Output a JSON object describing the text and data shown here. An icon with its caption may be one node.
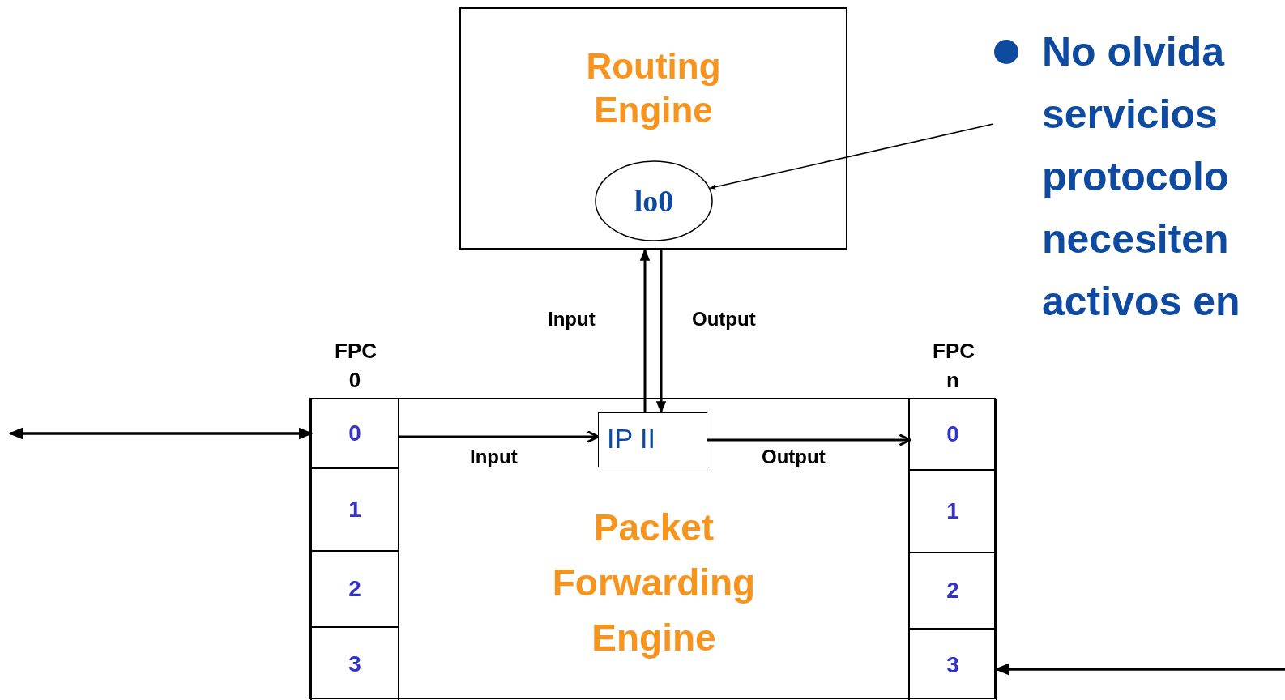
{
  "diagram": {
    "nodes": [
      {
        "text": [
          "Routing Engine"
        ]
      },
      {
        "text": [
          "lo0"
        ],
        "in": 0
      },
      {
        "text": [
          "Packet Forwarding Engine"
        ]
      },
      {
        "text": [
          "FPC 0"
        ],
        "in": 2
      },
      {
        "text": [
          "0"
        ],
        "in": 3
      },
      {
        "text": [
          "1"
        ],
        "in": 3
      },
      {
        "text": [
          "2"
        ],
        "in": 3
      },
      {
        "text": [
          "3"
        ],
        "in": 3
      },
      {
        "text": [
          "IP II"
        ],
        "in": 2
      },
      {
        "text": [
          "FPC n"
        ],
        "in": 2
      },
      {
        "text": [
          "0"
        ],
        "in": 9
      },
      {
        "text": [
          "1"
        ],
        "in": 9
      },
      {
        "text": [
          "2"
        ],
        "in": 9
      },
      {
        "text": [
          "3"
        ],
        "in": 9
      },
      {
        "text": [
          "No olvida servicios protocolo necesiten activos en"
        ]
      }
    ],
    "edges": [
      {
        "from": null,
        "to": 4,
        "arrow": "both"
      },
      {
        "from": 4,
        "to": 8,
        "arrow": "to",
        "label": "Input"
      },
      {
        "from": 8,
        "to": 10,
        "arrow": "to",
        "label": "Output"
      },
      {
        "from": 8,
        "to": 0,
        "arrow": "to",
        "label": "Input"
      },
      {
        "from": 0,
        "to": 8,
        "arrow": "to",
        "label": "Output"
      },
      {
        "from": null,
        "to": 13,
        "arrow": "to"
      },
      {
        "from": 14,
        "to": 1,
        "arrow": "to"
      }
    ]
  }
}
